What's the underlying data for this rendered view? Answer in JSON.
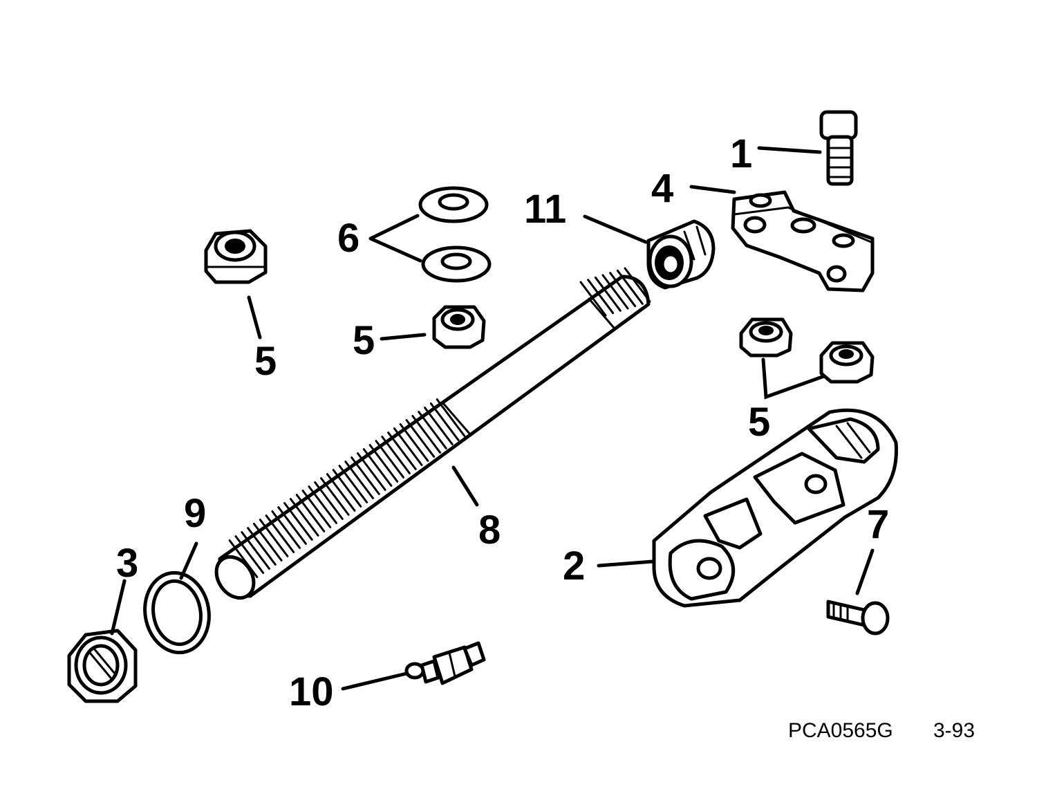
{
  "callouts": {
    "c1": "1",
    "c2": "2",
    "c3": "3",
    "c4": "4",
    "c5a": "5",
    "c5b": "5",
    "c5c": "5",
    "c6": "6",
    "c7": "7",
    "c8": "8",
    "c9": "9",
    "c10": "10",
    "c11": "11"
  },
  "footer": {
    "code": "PCA0565G",
    "date": "3-93"
  },
  "colors": {
    "ink": "#000000",
    "paper": "#ffffff"
  }
}
